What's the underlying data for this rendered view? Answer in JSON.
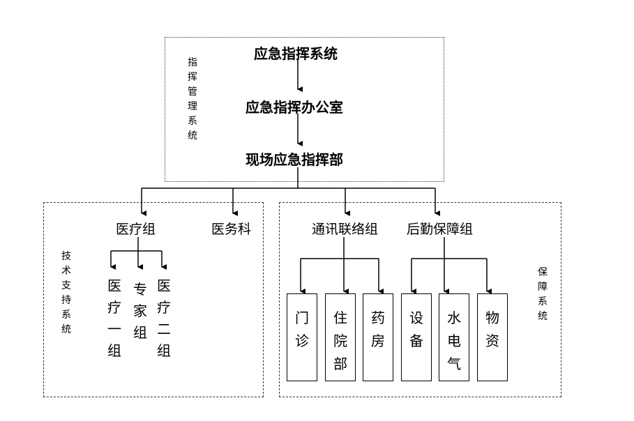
{
  "command": {
    "group_label": "指挥管理系统",
    "items": [
      "应急指挥系统",
      "应急指挥办公室",
      "现场应急指挥部"
    ]
  },
  "technical": {
    "group_label": "技术支持系统",
    "medical_group": "医疗组",
    "medical_affairs": "医务科",
    "subgroups": [
      "医疗一组",
      "专家组",
      "医疗二组"
    ]
  },
  "support": {
    "group_label": "保障系统",
    "communication": "通讯联络组",
    "logistics": "后勤保障组",
    "comm_units": [
      "门诊",
      "住院部",
      "药房"
    ],
    "logistics_units": [
      "设备",
      "水电气",
      "物资"
    ]
  }
}
